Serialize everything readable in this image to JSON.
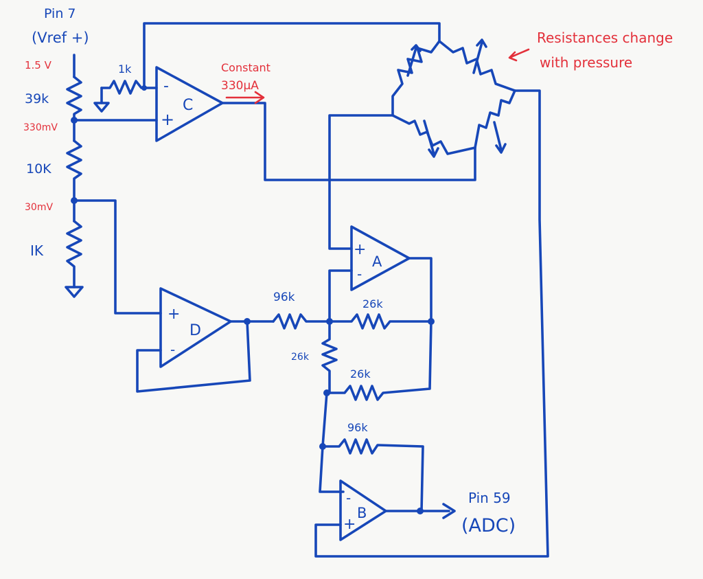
{
  "colors": {
    "ink": "#1747b8",
    "red": "#e3303a",
    "paper": "#f8f8f6"
  },
  "labels": {
    "pin7": "Pin 7",
    "vref": "(Vref +)",
    "v15": "1.5 V",
    "r39k": "39k",
    "v330": "330mV",
    "r10k": "10K",
    "v30": "30mV",
    "r1k_left": "IK",
    "r1k_top": "1k",
    "constant": "Constant",
    "current": "330µA",
    "note1": "Resistances change",
    "note2": "with pressure",
    "amp_c": "C",
    "amp_a": "A",
    "amp_d": "D",
    "amp_b": "B",
    "r96k_top": "96k",
    "r26k_1": "26k",
    "r26k_2": "26k",
    "r26k_3": "26k",
    "r96k_bottom": "96k",
    "pin59": "Pin 59",
    "adc": "(ADC)",
    "plus": "+",
    "minus": "-"
  }
}
